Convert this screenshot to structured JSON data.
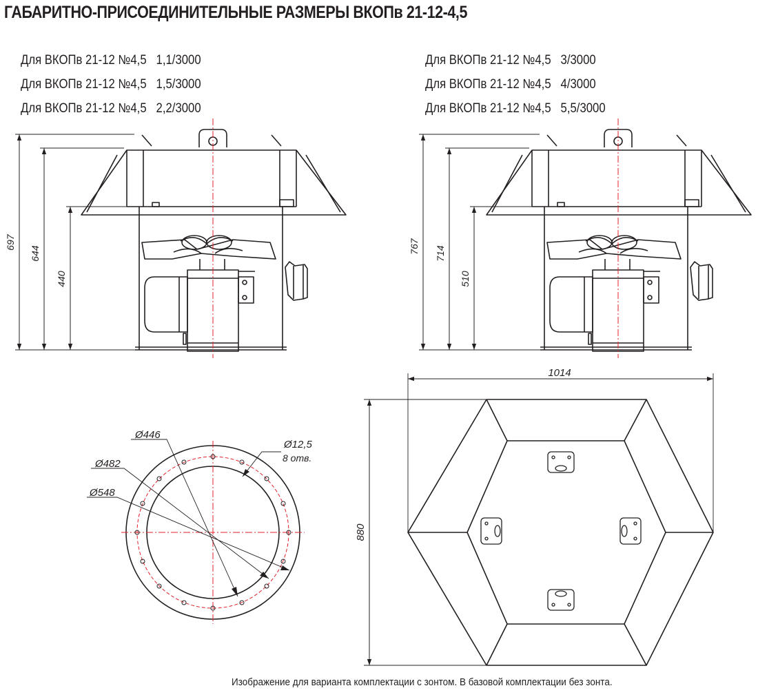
{
  "title": "ГАБАРИТНО-ПРИСОЕДИНИТЕЛЬНЫЕ РАЗМЕРЫ ВКОПв 21-12-4,5",
  "variants_left": [
    "Для ВКОПв 21-12 №4,5   1,1/3000",
    "Для ВКОПв 21-12 №4,5   1,5/3000",
    "Для ВКОПв 21-12 №4,5   2,2/3000"
  ],
  "variants_right": [
    "Для ВКОПв 21-12 №4,5   3/3000",
    "Для ВКОПв 21-12 №4,5   4/3000",
    "Для ВКОПв 21-12 №4,5   5,5/3000"
  ],
  "left_view": {
    "dim_total": "697",
    "dim_middle": "644",
    "dim_base": "440"
  },
  "right_view": {
    "dim_total": "767",
    "dim_middle": "714",
    "dim_base": "510"
  },
  "flange_view": {
    "d_inner": "Ø446",
    "d_bolt_circle": "Ø482",
    "d_outer": "Ø548",
    "hole_diameter": "Ø12,5",
    "hole_count": "8 отв."
  },
  "umbrella_view": {
    "width": "1014",
    "height": "880"
  },
  "caption": "Изображение для варианта комплектации с зонтом. В базовой комплектации без зонта.",
  "colors": {
    "line": "#231f20",
    "axis": "#e0202a"
  }
}
